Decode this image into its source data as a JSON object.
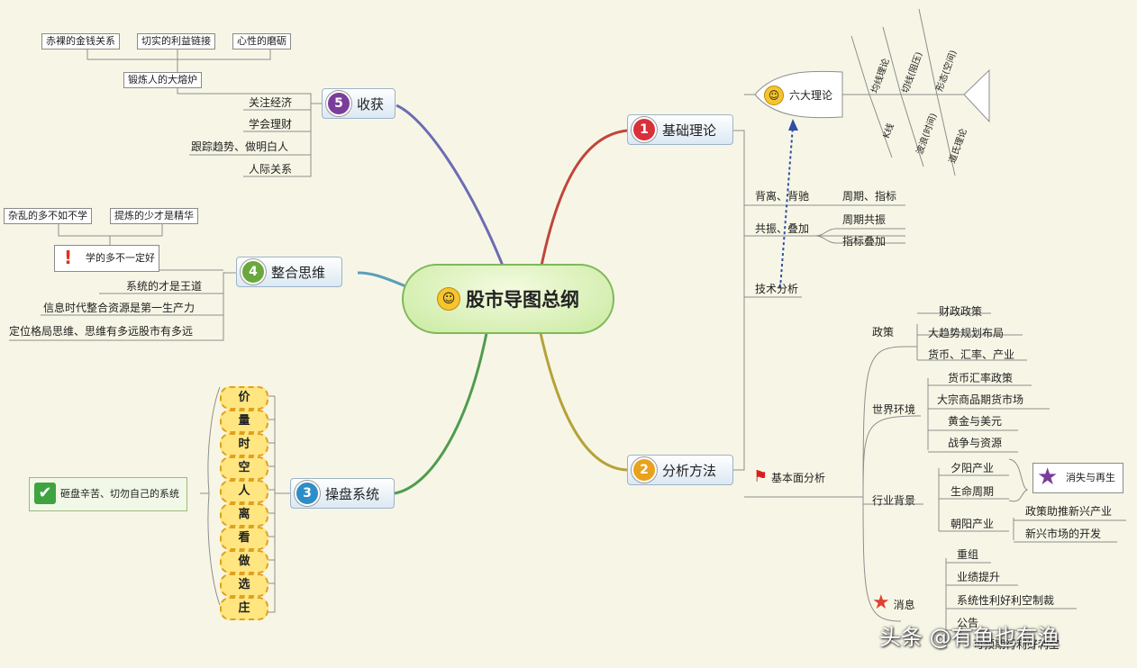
{
  "center": "股市导图总纲",
  "topics": {
    "t1": {
      "num": "1",
      "label": "基础理论",
      "color": "#d9303b"
    },
    "t2": {
      "num": "2",
      "label": "分析方法",
      "color": "#e9a21c"
    },
    "t3": {
      "num": "3",
      "label": "操盘系统",
      "color": "#2c8ec9"
    },
    "t4": {
      "num": "4",
      "label": "整合思维",
      "color": "#6aa83e"
    },
    "t5": {
      "num": "5",
      "label": "收获",
      "color": "#7a3e9a"
    }
  },
  "fish": {
    "head": "六大理论",
    "top": [
      "均线理论",
      "切线(阻压)",
      "形态(空间)"
    ],
    "bottom": [
      "K线",
      "波浪(时间)",
      "道氏理论"
    ]
  },
  "tech": {
    "label": "技术分析",
    "row1a": "背离、背驰",
    "row1b": "周期、指标",
    "row2a": "共振、叠加",
    "row2b": "周期共振",
    "row2c": "指标叠加"
  },
  "fund": {
    "label": "基本面分析",
    "policy": {
      "label": "政策",
      "items": [
        "财政政策",
        "大趋势规划布局",
        "货币、汇率、产业"
      ]
    },
    "world": {
      "label": "世界环境",
      "items": [
        "货币汇率政策",
        "大宗商品期货市场",
        "黄金与美元",
        "战争与资源"
      ]
    },
    "industry": {
      "label": "行业背景",
      "items": [
        "夕阳产业",
        "生命周期",
        "朝阳产业"
      ],
      "side": "消失与再生",
      "sub": [
        "政策助推新兴产业",
        "新兴市场的开发"
      ]
    },
    "news": {
      "label": "消息",
      "items": [
        "重组",
        "业绩提升",
        "系统性利好利空制裁",
        "公告",
        "可预期行利好利空"
      ]
    }
  },
  "ops": {
    "cells": [
      "价",
      "量",
      "时",
      "空",
      "人",
      "离",
      "看",
      "做",
      "选",
      "庄"
    ],
    "note": "砸盘辛苦、切勿自己的系统"
  },
  "integrate": {
    "top": [
      "杂乱的多不如不学",
      "提炼的少才是精华"
    ],
    "mid": "学的多不一定好",
    "items": [
      "系统的才是王道",
      "信息时代整合资源是第一生产力",
      "定位格局思维、思维有多远股市有多远"
    ]
  },
  "harvest": {
    "top": [
      "赤裸的金钱关系",
      "切实的利益链接",
      "心性的磨砺"
    ],
    "mid": "锻炼人的大熔炉",
    "items": [
      "关注经济",
      "学会理财",
      "跟踪趋势、做明白人",
      "人际关系"
    ]
  },
  "watermark": "头条 @有鱼也有渔"
}
